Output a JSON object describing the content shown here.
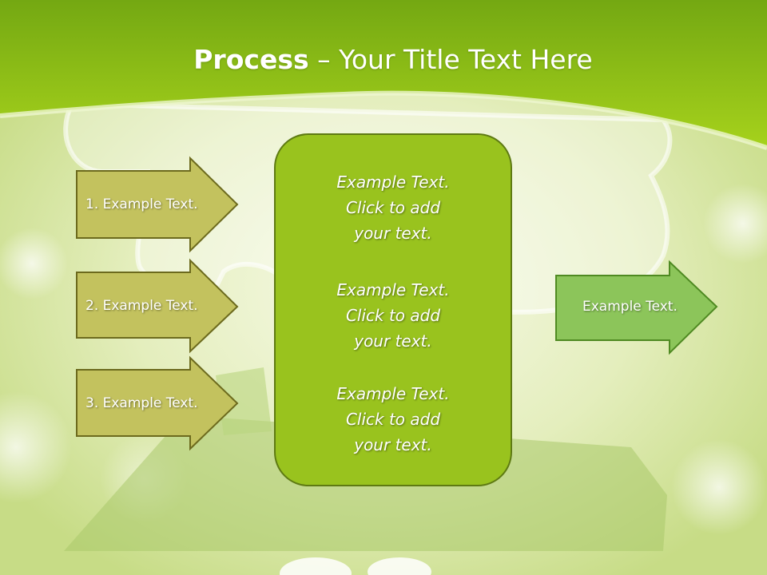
{
  "title": {
    "bold": "Process",
    "rest": " – Your Title Text Here"
  },
  "inputs": [
    {
      "label": "1. Example Text."
    },
    {
      "label": "2. Example Text."
    },
    {
      "label": "3. Example Text."
    }
  ],
  "center_box": {
    "blocks": [
      {
        "line1": "Example Text.",
        "line2": "Click  to add",
        "line3": "your text."
      },
      {
        "line1": "Example Text.",
        "line2": "Click  to add",
        "line3": "your text."
      },
      {
        "line1": "Example Text.",
        "line2": "Click  to add",
        "line3": "your text."
      }
    ]
  },
  "output": {
    "label": "Example Text."
  },
  "colors": {
    "header_green": "#8fc31f",
    "input_arrow_fill": "#c3c25e",
    "input_arrow_border": "#6c6a1d",
    "center_box_fill": "#99c31e",
    "center_box_border": "#5e7a12",
    "output_arrow_fill": "#8cc55a",
    "output_arrow_border": "#4f8a22"
  }
}
